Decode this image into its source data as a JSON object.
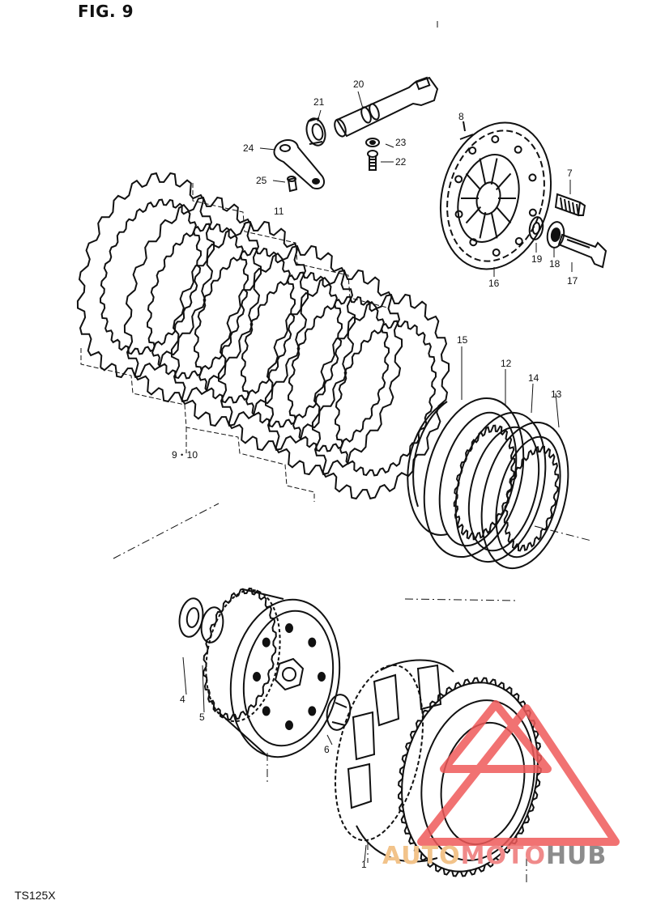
{
  "figure": {
    "title": "FIG. 9",
    "model": "TS125X"
  },
  "callouts": {
    "p1": "1",
    "p4": "4",
    "p5": "5",
    "p6": "6",
    "p7": "7",
    "p8": "8",
    "p9_10": "9・10",
    "p11": "11",
    "p12": "12",
    "p13": "13",
    "p14": "14",
    "p15": "15",
    "p16": "16",
    "p17": "17",
    "p18": "18",
    "p19": "19",
    "p20": "20",
    "p21": "21",
    "p22": "22",
    "p23": "23",
    "p24": "24",
    "p25": "25"
  },
  "watermark": {
    "part1": "AUTO",
    "part2": "MOTO",
    "part3": "HUB"
  }
}
